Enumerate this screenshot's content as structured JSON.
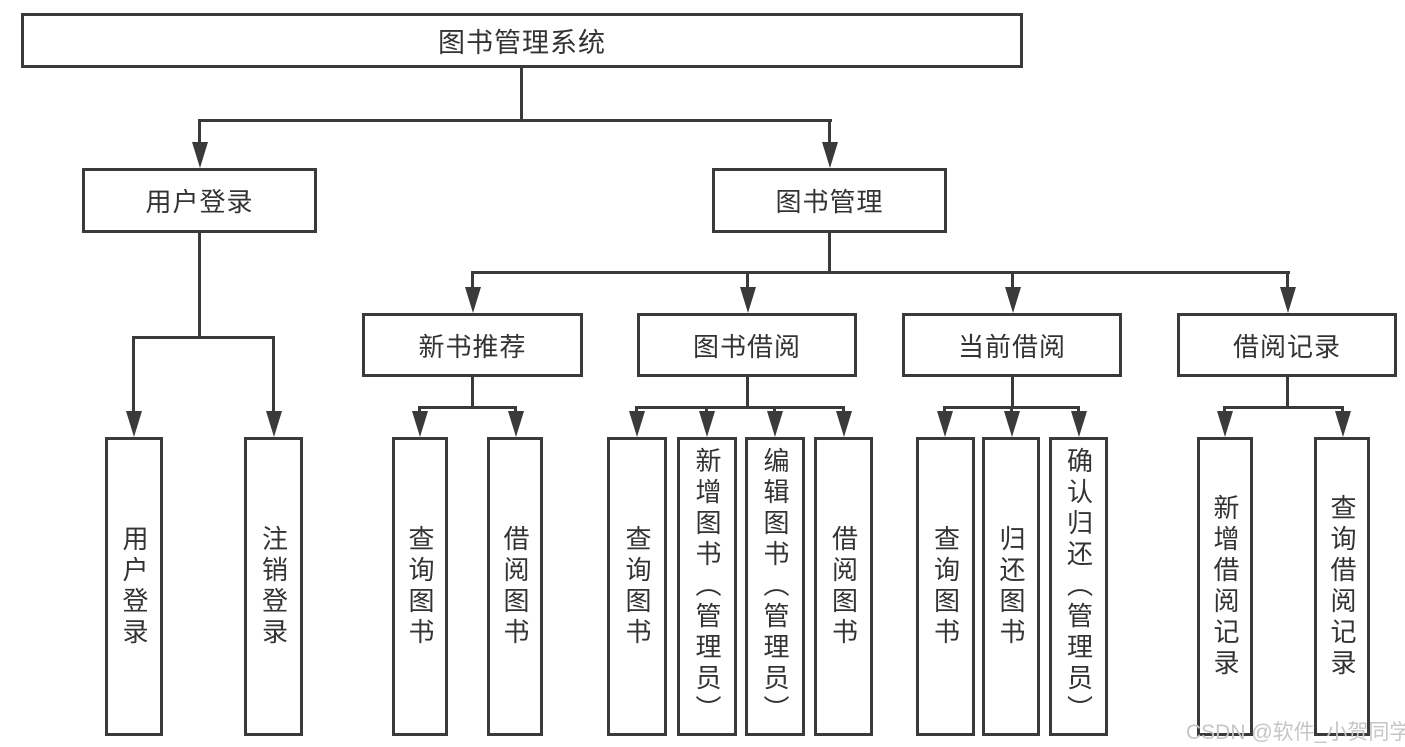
{
  "diagram": {
    "title": "图书管理系统",
    "level2": {
      "user_login": "用户登录",
      "book_management": "图书管理"
    },
    "level3": {
      "new_book_recommend": "新书推荐",
      "book_borrow": "图书借阅",
      "current_borrow": "当前借阅",
      "borrow_records": "借阅记录"
    },
    "leaves": {
      "user_login_leaf": "用户登录",
      "logout": "注销登录",
      "recommend_query_book": "查询图书",
      "recommend_borrow_book": "借阅图书",
      "borrow_query_book": "查询图书",
      "borrow_add_book": "新增图书（管理员）",
      "borrow_edit_book": "编辑图书（管理员）",
      "borrow_borrow_book": "借阅图书",
      "current_query_book": "查询图书",
      "current_return_book": "归还图书",
      "current_confirm_return": "确认归还（管理员）",
      "records_add_record": "新增借阅记录",
      "records_query_record": "查询借阅记录"
    }
  },
  "watermark": "CSDN @软件_小贺同学",
  "colors": {
    "line": "#3a3a3a",
    "text": "#333333",
    "watermark": "#c6c6c6",
    "background": "#ffffff"
  }
}
